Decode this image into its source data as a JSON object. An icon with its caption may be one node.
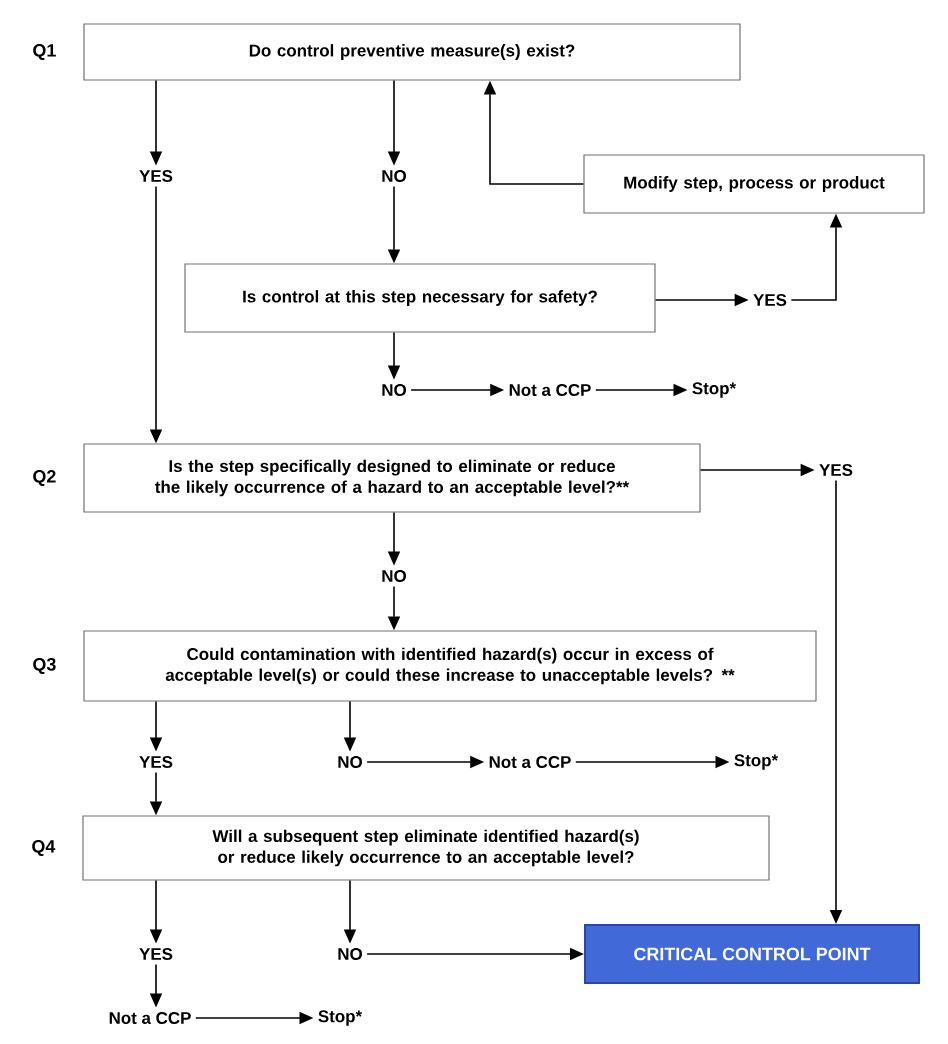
{
  "diagram": {
    "nodes": [
      {
        "text": [
          "Do control preventive measure(s) exist?"
        ],
        "beside": [
          "Q1"
        ]
      },
      {
        "text": [
          "YES"
        ]
      },
      {
        "text": [
          "NO"
        ]
      },
      {
        "text": [
          "Modify step, process or product"
        ]
      },
      {
        "text": [
          "Is control at this step necessary for safety?"
        ]
      },
      {
        "text": [
          "YES"
        ]
      },
      {
        "text": [
          "NO"
        ]
      },
      {
        "text": [
          "Not a CCP"
        ]
      },
      {
        "text": [
          "Stop*"
        ]
      },
      {
        "text": [
          "Is the step specifically designed to eliminate or reduce the likely occurrence of a hazard to an acceptable level?**"
        ],
        "beside": [
          "Q2"
        ]
      },
      {
        "text": [
          "YES"
        ]
      },
      {
        "text": [
          "NO"
        ]
      },
      {
        "text": [
          "Could contamination with identified hazard(s) occur in excess of acceptable level(s) or could these increase to unacceptable levels? **"
        ],
        "beside": [
          "Q3"
        ]
      },
      {
        "text": [
          "YES"
        ]
      },
      {
        "text": [
          "NO"
        ]
      },
      {
        "text": [
          "Not a CCP"
        ]
      },
      {
        "text": [
          "Stop*"
        ]
      },
      {
        "text": [
          "Will a subsequent step eliminate identified hazard(s) or reduce likely occurrence to an acceptable level?"
        ],
        "beside": [
          "Q4"
        ]
      },
      {
        "text": [
          "YES"
        ]
      },
      {
        "text": [
          "NO"
        ]
      },
      {
        "text": [
          "CRITICAL CONTROL POINT"
        ]
      },
      {
        "text": [
          "Not a CCP"
        ]
      },
      {
        "text": [
          "Stop*"
        ]
      }
    ],
    "edges": [
      {
        "from": 0,
        "to": 1,
        "arrow": "to"
      },
      {
        "from": 0,
        "to": 2,
        "arrow": "to"
      },
      {
        "from": 1,
        "to": 9,
        "arrow": "to"
      },
      {
        "from": 2,
        "to": 4,
        "arrow": "to"
      },
      {
        "from": 4,
        "to": 5,
        "arrow": "to"
      },
      {
        "from": 5,
        "to": 3,
        "arrow": "to"
      },
      {
        "from": 3,
        "to": 0,
        "arrow": "to"
      },
      {
        "from": 4,
        "to": 6,
        "arrow": "to"
      },
      {
        "from": 6,
        "to": 7,
        "arrow": "to"
      },
      {
        "from": 7,
        "to": 8,
        "arrow": "to"
      },
      {
        "from": 9,
        "to": 10,
        "arrow": "to"
      },
      {
        "from": 10,
        "to": 20,
        "arrow": "to"
      },
      {
        "from": 9,
        "to": 11,
        "arrow": "to"
      },
      {
        "from": 11,
        "to": 12,
        "arrow": "to"
      },
      {
        "from": 12,
        "to": 13,
        "arrow": "to"
      },
      {
        "from": 12,
        "to": 14,
        "arrow": "to"
      },
      {
        "from": 14,
        "to": 15,
        "arrow": "to"
      },
      {
        "from": 15,
        "to": 16,
        "arrow": "to"
      },
      {
        "from": 13,
        "to": 17,
        "arrow": "to"
      },
      {
        "from": 17,
        "to": 18,
        "arrow": "to"
      },
      {
        "from": 17,
        "to": 19,
        "arrow": "to"
      },
      {
        "from": 19,
        "to": 20,
        "arrow": "to"
      },
      {
        "from": 18,
        "to": 21,
        "arrow": "to"
      },
      {
        "from": 21,
        "to": 22,
        "arrow": "to"
      }
    ]
  }
}
